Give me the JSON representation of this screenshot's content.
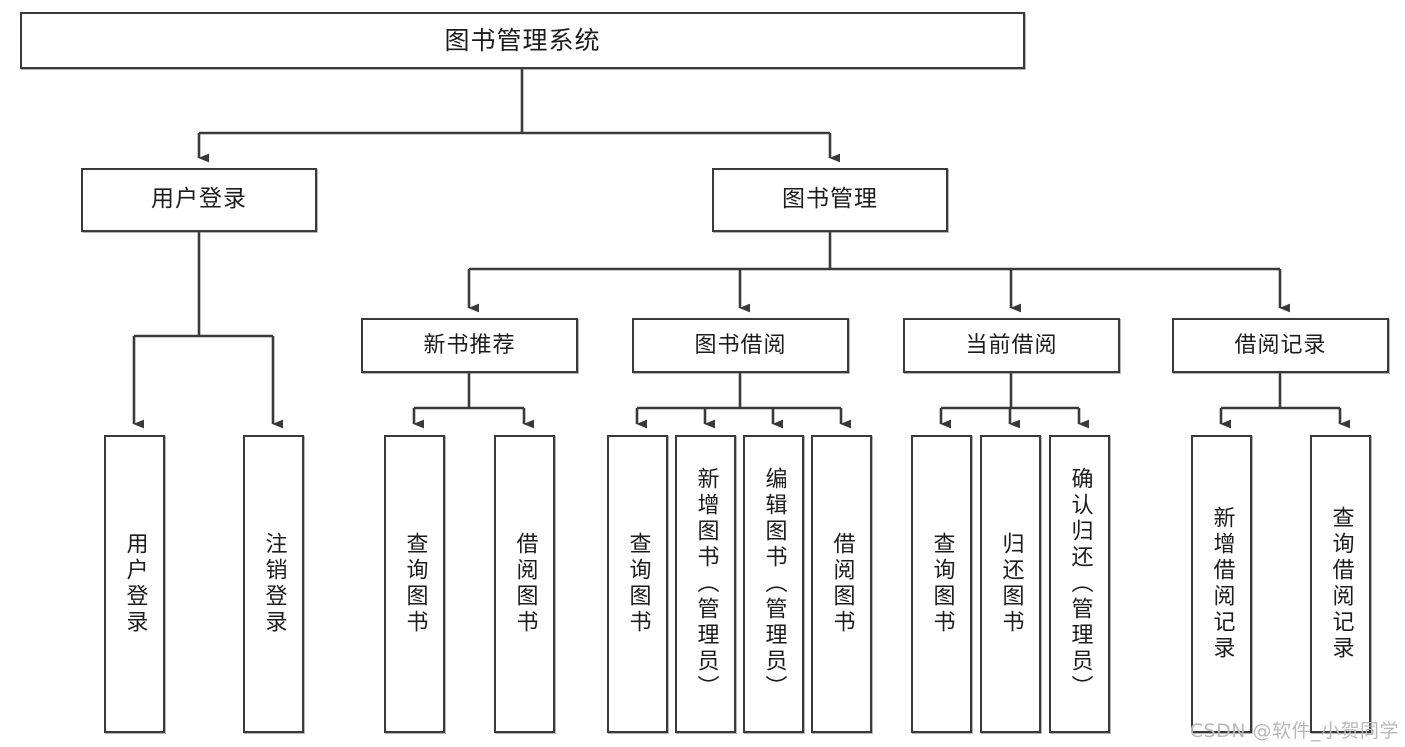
{
  "diagram": {
    "title": "图书管理系统",
    "type": "functional-structure-tree",
    "watermark": "CSDN @软件_小贺同学",
    "style": {
      "box_border_color": "#3a3a3a",
      "box_fill_color": "#ffffff",
      "line_color": "#3a3a3a",
      "text_color": "#1c1c1c",
      "background": "#ffffff",
      "watermark_color": "#b9b9b9"
    },
    "nodes": {
      "root": {
        "label": "图书管理系统"
      },
      "level2": [
        {
          "id": "user-login",
          "label": "用户登录"
        },
        {
          "id": "book-manage",
          "label": "图书管理"
        }
      ],
      "level3": [
        {
          "id": "new-book-recommend",
          "label": "新书推荐"
        },
        {
          "id": "book-borrow",
          "label": "图书借阅"
        },
        {
          "id": "current-borrow",
          "label": "当前借阅"
        },
        {
          "id": "borrow-record",
          "label": "借阅记录"
        }
      ],
      "leaves": {
        "user-login": [
          {
            "id": "leaf-user-login",
            "label": "用户登录"
          },
          {
            "id": "leaf-user-logout",
            "label": "注销登录"
          }
        ],
        "new-book-recommend": [
          {
            "id": "leaf-query-book-1",
            "label": "查询图书"
          },
          {
            "id": "leaf-borrow-book-1",
            "label": "借阅图书"
          }
        ],
        "book-borrow": [
          {
            "id": "leaf-query-book-2",
            "label": "查询图书"
          },
          {
            "id": "leaf-add-book",
            "label": "新增图书（管理员）"
          },
          {
            "id": "leaf-edit-book",
            "label": "编辑图书（管理员）"
          },
          {
            "id": "leaf-borrow-book-2",
            "label": "借阅图书"
          }
        ],
        "current-borrow": [
          {
            "id": "leaf-query-book-3",
            "label": "查询图书"
          },
          {
            "id": "leaf-return-book",
            "label": "归还图书"
          },
          {
            "id": "leaf-confirm-return",
            "label": "确认归还（管理员）"
          }
        ],
        "borrow-record": [
          {
            "id": "leaf-add-record",
            "label": "新增借阅记录"
          },
          {
            "id": "leaf-query-record",
            "label": "查询借阅记录"
          }
        ]
      }
    }
  }
}
